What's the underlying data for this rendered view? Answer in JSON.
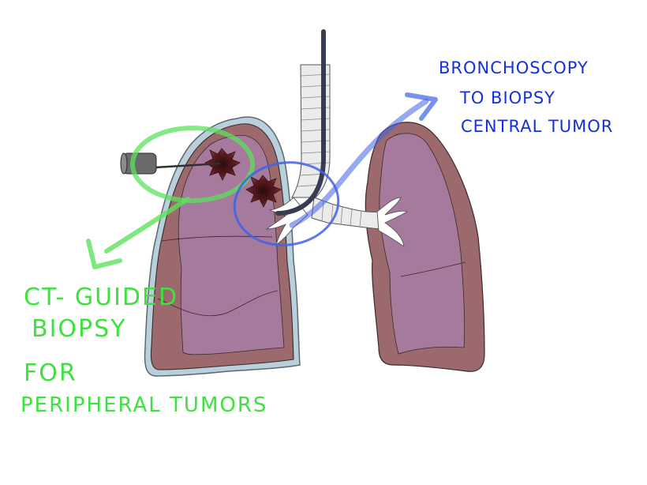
{
  "annotations": {
    "ct_guided": {
      "lines": [
        "CT- GUIDED",
        "BIOPSY",
        "FOR",
        "PERIPHERAL TUMORS"
      ],
      "color": "#3ee23e"
    },
    "bronchoscopy": {
      "lines": [
        "BRONCHOSCOPY",
        "TO BIOPSY",
        "CENTRAL TUMOR"
      ],
      "color": "#1530d6"
    }
  },
  "colors": {
    "lung_fill": "#a57a9c",
    "lung_border": "#9c6a6c",
    "pleura": "#b9d0dc",
    "trachea": "#ebebeb",
    "scope": "#383c52",
    "tumor": "#5a1c20",
    "green_arrow": "#5ce25c",
    "blue_arrow": "#3f63e6"
  },
  "icons": [
    "needle-device-icon",
    "tumor-icon",
    "bronchoscope-icon"
  ]
}
